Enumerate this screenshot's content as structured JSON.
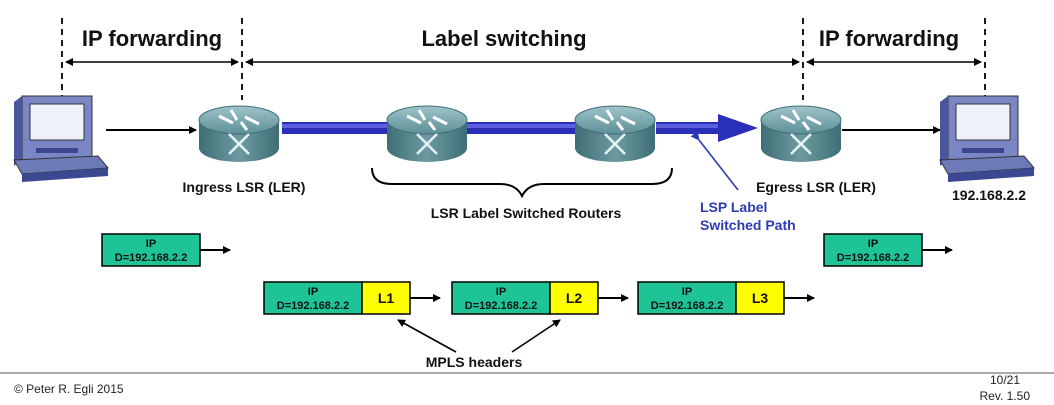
{
  "sections": {
    "ip_forwarding_left": "IP forwarding",
    "label_switching": "Label switching",
    "ip_forwarding_right": "IP forwarding"
  },
  "nodes": {
    "ingress": "Ingress LSR (LER)",
    "lsr_group": "LSR Label Switched Routers",
    "egress": "Egress LSR (LER)",
    "destination_ip": "192.168.2.2"
  },
  "lsp_label": {
    "line1": "LSP Label",
    "line2": "Switched Path"
  },
  "packets": {
    "ip_label": "IP",
    "dest": "D=192.168.2.2",
    "labels": [
      "L1",
      "L2",
      "L3"
    ]
  },
  "mpls_headers": "MPLS headers",
  "footer": {
    "copyright": "© Peter R. Egli 2015",
    "page": "10/21",
    "rev": "Rev. 1.50"
  },
  "colors": {
    "packet_fill": "#1fc496",
    "label_fill": "#ffff00",
    "lsp_path": "#2a2fb8",
    "lsp_text": "#2e3bb3",
    "router_body": "#5d8f97"
  }
}
